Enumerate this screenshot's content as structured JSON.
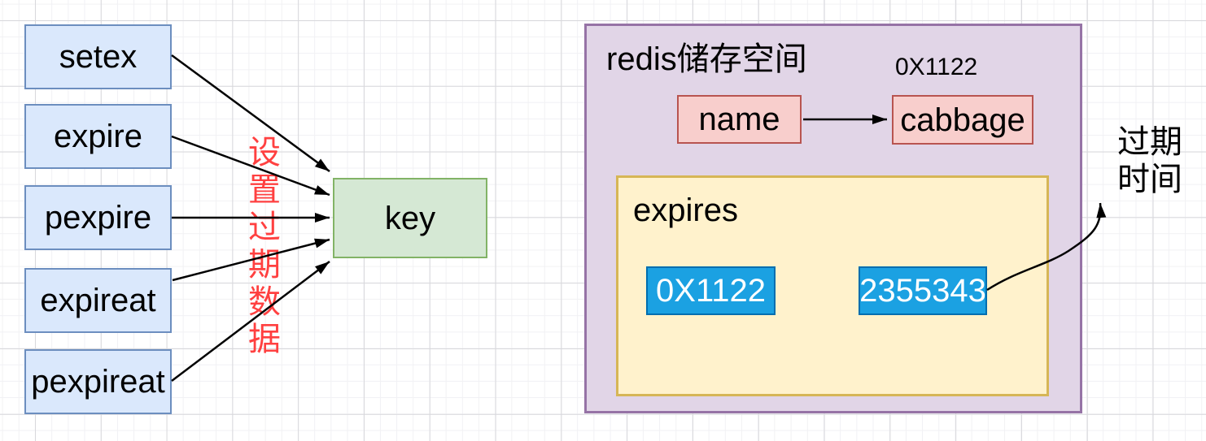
{
  "left_panel": {
    "commands": [
      "setex",
      "expire",
      "pexpire",
      "expireat",
      "pexpireat"
    ],
    "annotation": "设置过期数据",
    "key_label": "key"
  },
  "redis_space": {
    "title": "redis储存空间",
    "address_label": "0X1122",
    "name_key": "name",
    "name_value": "cabbage",
    "expires": {
      "title": "expires",
      "key_entry": "0X1122",
      "value_entry": "2355343"
    },
    "expiry_note_lines": [
      "过期",
      "时间"
    ]
  },
  "colors": {
    "command_box_fill": "#DAE8FC",
    "command_box_border": "#6C8EBF",
    "key_box_fill": "#D5E8D4",
    "key_box_border": "#82B366",
    "container_fill": "#E1D5E7",
    "container_border": "#9673A6",
    "pair_box_fill": "#F8CECC",
    "pair_box_border": "#B85450",
    "expires_fill": "#FFF2CC",
    "expires_border": "#D6B656",
    "value_box_fill": "#1BA1E2",
    "value_box_border": "#006EAF",
    "annotation_red": "#FF4040",
    "arrow_color": "#000000"
  }
}
